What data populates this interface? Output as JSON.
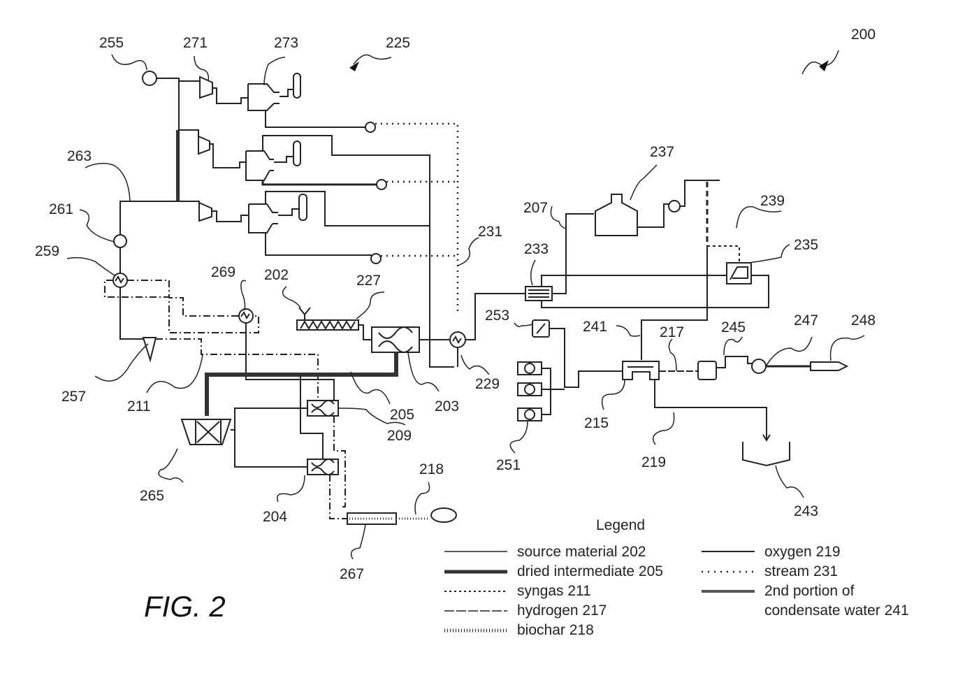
{
  "figure": {
    "title": "FIG. 2",
    "system_ref": "200"
  },
  "reference_numerals": {
    "n255": "255",
    "n271": "271",
    "n273": "273",
    "n225": "225",
    "n200": "200",
    "n263": "263",
    "n261": "261",
    "n259": "259",
    "n269": "269",
    "n202": "202",
    "n227": "227",
    "n231": "231",
    "n207": "207",
    "n237": "237",
    "n239": "239",
    "n233": "233",
    "n235": "235",
    "n253": "253",
    "n241": "241",
    "n217": "217",
    "n245": "245",
    "n247": "247",
    "n248": "248",
    "n257": "257",
    "n211": "211",
    "n205": "205",
    "n203": "203",
    "n229": "229",
    "n215": "215",
    "n209": "209",
    "n251": "251",
    "n219": "219",
    "n265": "265",
    "n204": "204",
    "n218": "218",
    "n243": "243",
    "n267": "267"
  },
  "legend": {
    "title": "Legend",
    "items": [
      {
        "label": "source material 202",
        "style": "solid-thin"
      },
      {
        "label": "dried intermediate  205",
        "style": "thick"
      },
      {
        "label": "syngas  211",
        "style": "dash-dot"
      },
      {
        "label": "hydrogen  217",
        "style": "long-dash"
      },
      {
        "label": "biochar  218",
        "style": "hatched"
      },
      {
        "label": "oxygen  219",
        "style": "solid"
      },
      {
        "label": "stream  231",
        "style": "dotted"
      },
      {
        "label": "2nd portion of",
        "style": "double"
      },
      {
        "label": "condensate water 241",
        "style": "none"
      }
    ]
  }
}
